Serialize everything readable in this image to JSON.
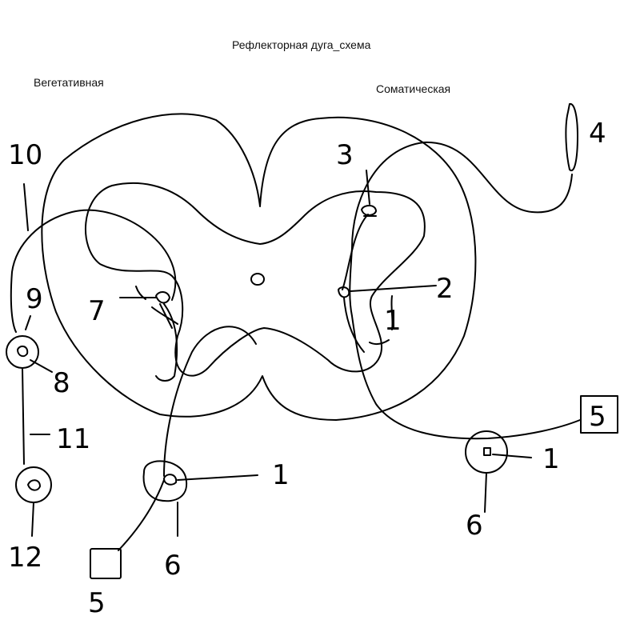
{
  "title": "Рефлекторная дуга_схема",
  "labels": {
    "vegetative": "Вегетативная",
    "somatic": "Соматическая"
  },
  "numbers": {
    "n1_left": "1",
    "n1_right": "1",
    "n1_cord": "1",
    "n2": "2",
    "n3": "3",
    "n4": "4",
    "n5_left": "5",
    "n5_right": "5",
    "n6_left": "6",
    "n6_right": "6",
    "n7": "7",
    "n8": "8",
    "n9": "9",
    "n10": "10",
    "n11": "11",
    "n12": "12"
  }
}
